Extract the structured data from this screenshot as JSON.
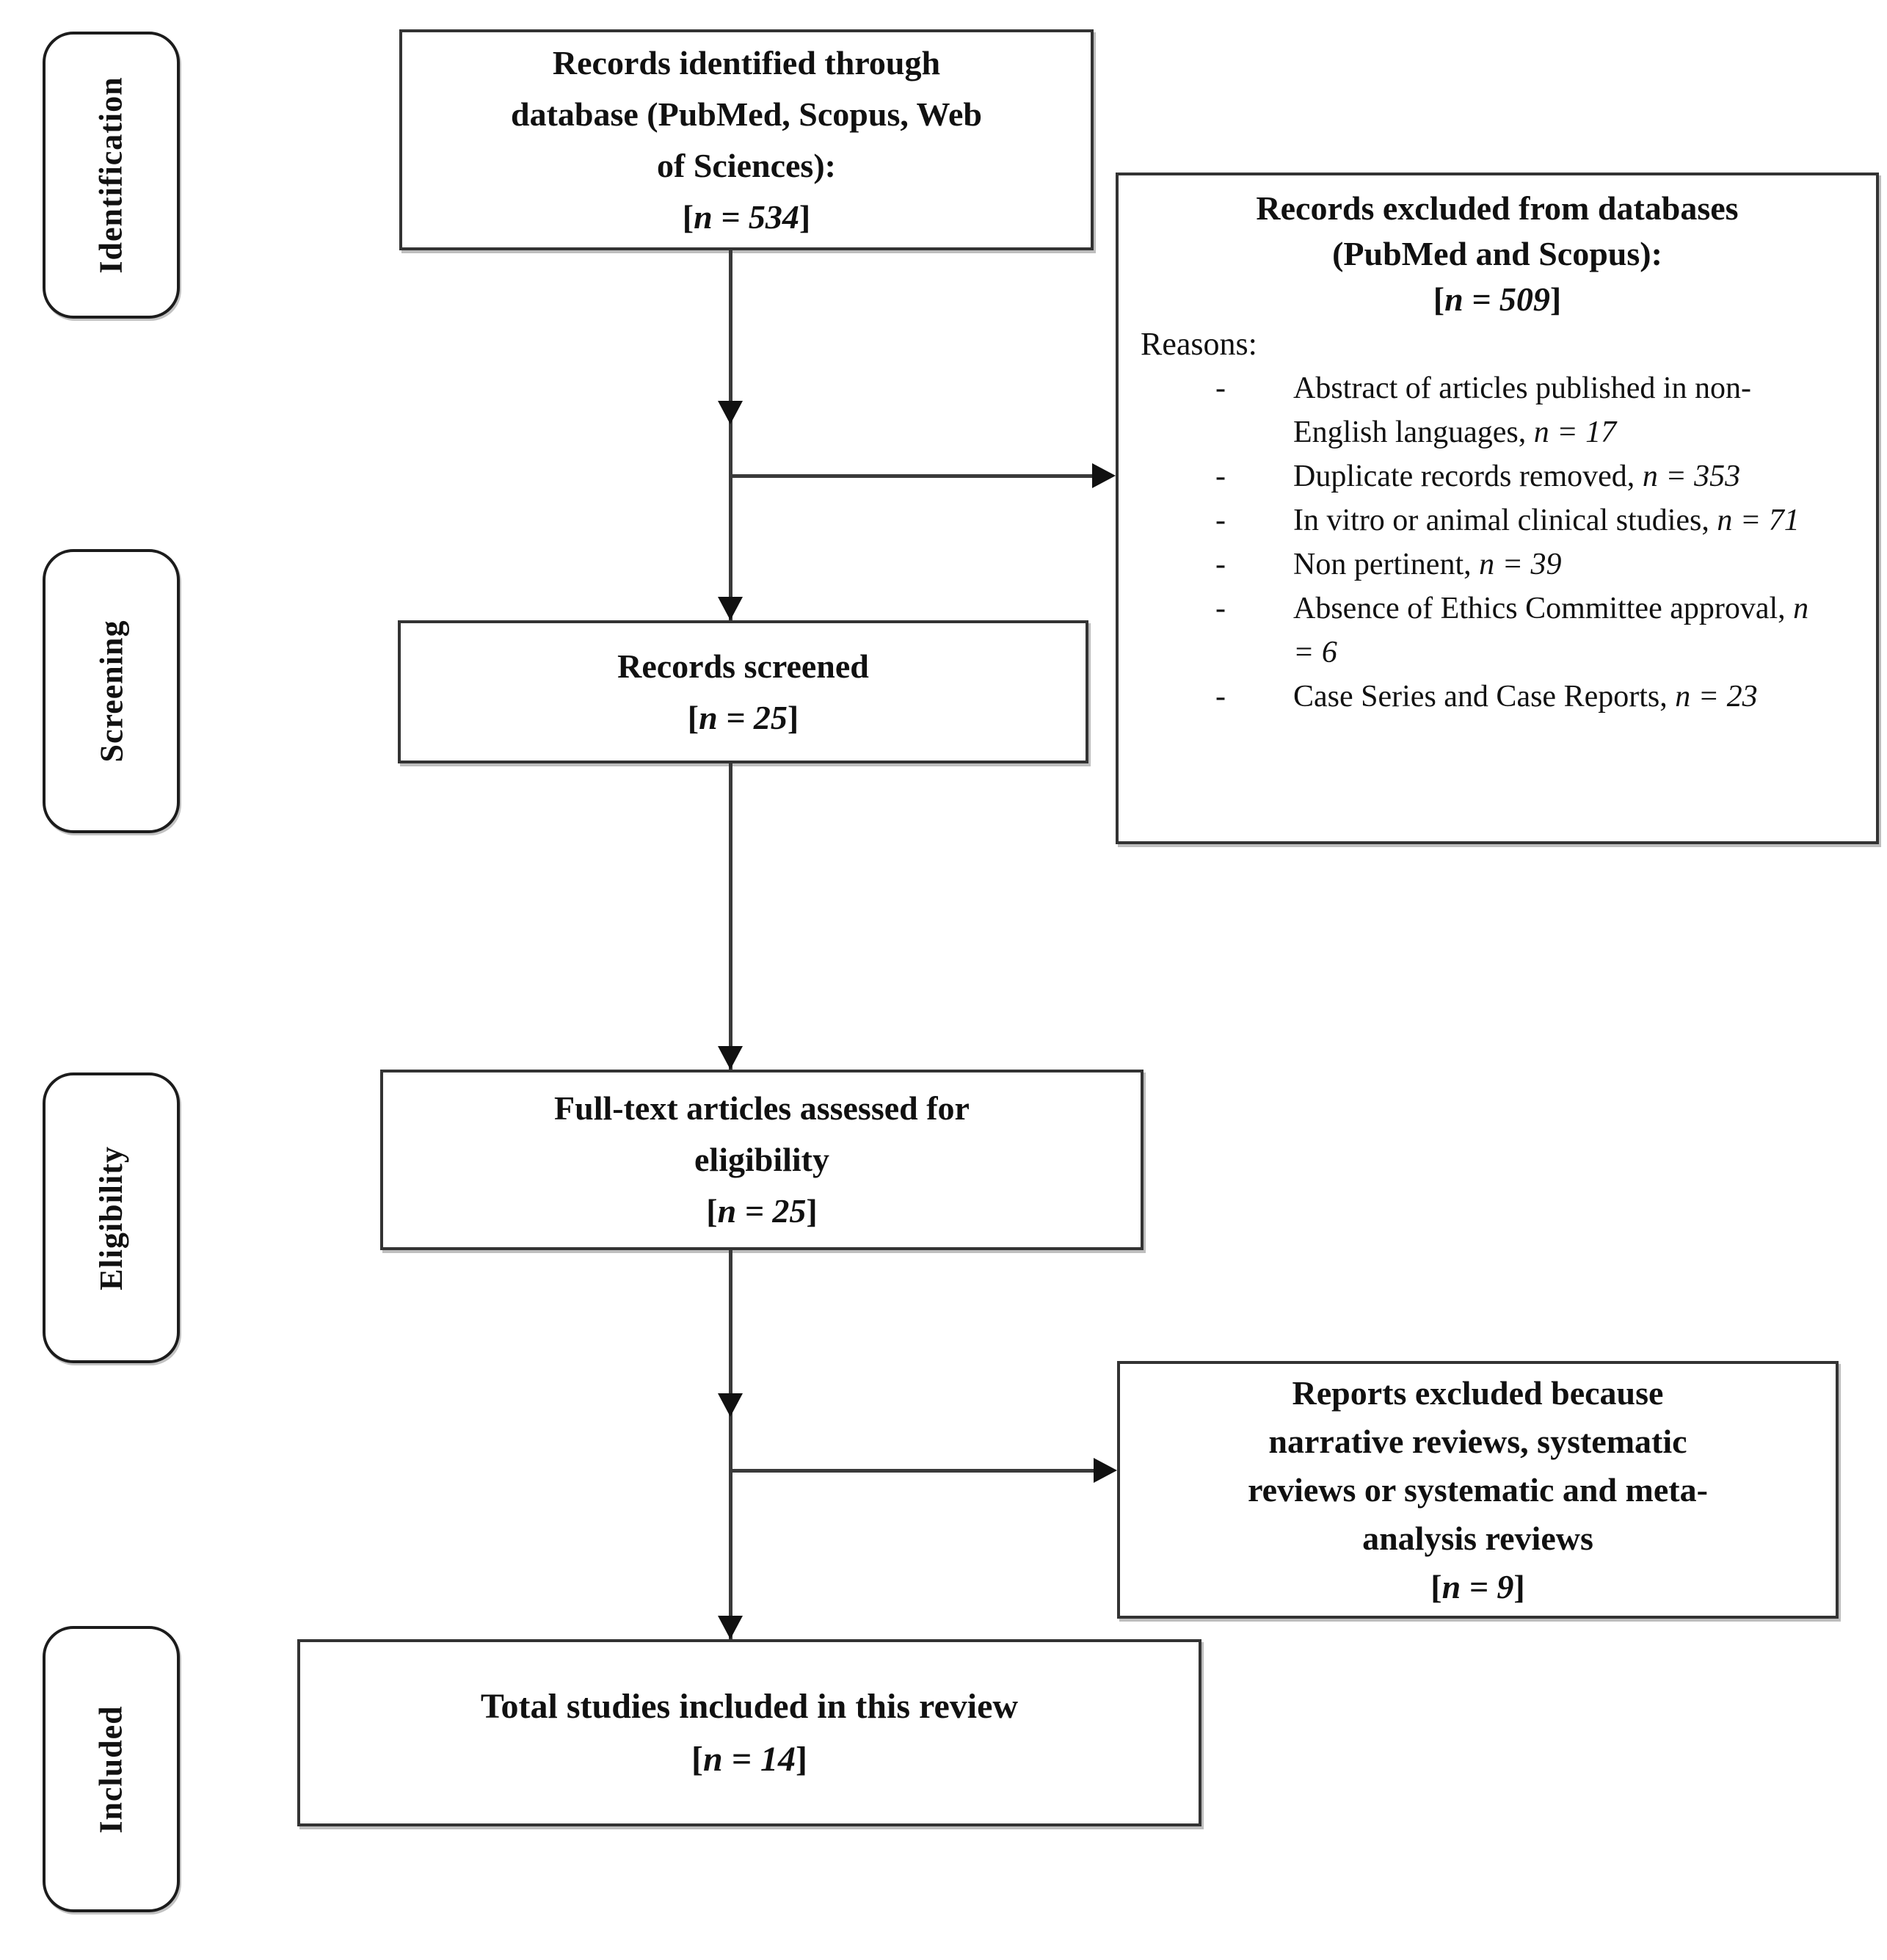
{
  "stages": [
    {
      "label": "Identification"
    },
    {
      "label": "Screening"
    },
    {
      "label": "Eligibility"
    },
    {
      "label": "Included"
    }
  ],
  "boxes": {
    "identified": {
      "title": "Records identified through\ndatabase (PubMed, Scopus, Web\nof Sciences):",
      "count": "[n = 534]"
    },
    "excluded_db": {
      "title": "Records excluded from databases\n(PubMed and Scopus):",
      "count": "[n = 509]",
      "reasons_label": "Reasons:",
      "reasons": [
        "Abstract of articles published in non-English languages, n = 17",
        "Duplicate records removed, n = 353",
        "In vitro or animal clinical studies, n = 71",
        "Non pertinent, n = 39",
        "Absence of Ethics Committee approval, n = 6",
        "Case Series and Case Reports, n = 23"
      ]
    },
    "screened": {
      "title": "Records screened",
      "count": "[n = 25]"
    },
    "fulltext": {
      "title": "Full-text articles assessed for\neligibility",
      "count": "[n = 25]"
    },
    "excluded_reports": {
      "title": "Reports excluded because\nnarrative reviews, systematic\nreviews or systematic and meta-\nanalysis reviews",
      "count": "[n = 9]"
    },
    "total": {
      "title": "Total studies included in this review",
      "count": "[n = 14]"
    }
  },
  "colors": {
    "line": "#3a3a3a",
    "border": "#333333",
    "text": "#111111",
    "background": "#ffffff"
  }
}
